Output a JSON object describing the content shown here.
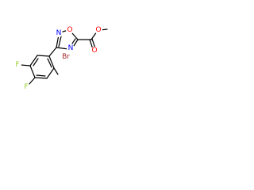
{
  "atoms": {
    "bromine": "Br",
    "fluorine_top": "F",
    "fluorine_bottom": "F",
    "ring_oxygen": "O",
    "ring_nitrogen_top": "N",
    "ring_nitrogen_bottom": "N",
    "carbonyl_oxygen": "O",
    "ester_oxygen": "O"
  },
  "colors": {
    "bond": "#000000",
    "oxygen": "#ff0000",
    "nitrogen": "#0000ff",
    "fluorine": "#9acd32",
    "bromine": "#a52a2a"
  }
}
